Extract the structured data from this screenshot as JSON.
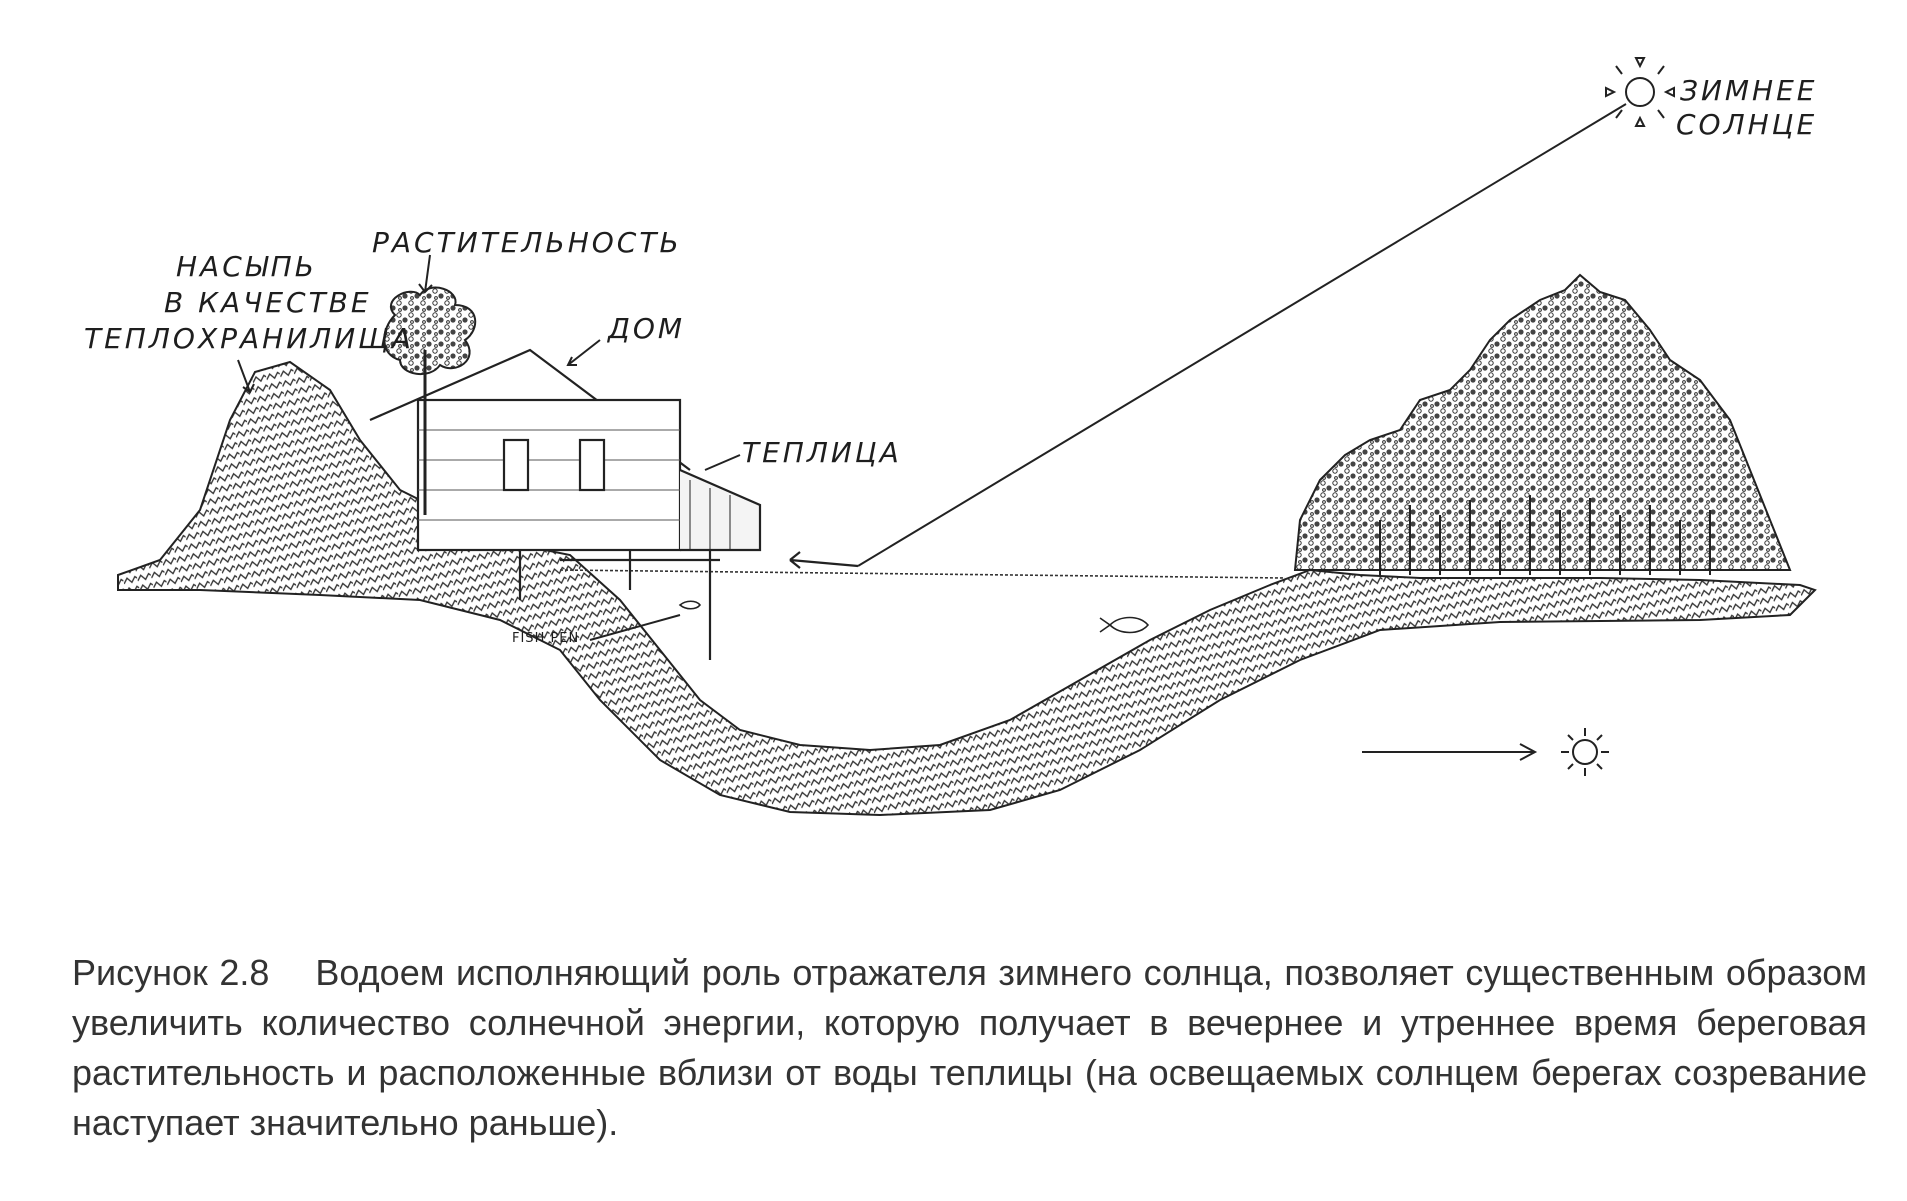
{
  "figure": {
    "labels": {
      "winter_sun_line1": "ЗИМНЕЕ",
      "winter_sun_line2": "СОЛНЦЕ",
      "vegetation": "РАСТИТЕЛЬНОСТЬ",
      "berm_line1": "НАСЫПЬ",
      "berm_line2": "В КАЧЕСТВЕ",
      "berm_line3": "ТЕПЛОХРАНИЛИЩА",
      "house": "ДОМ",
      "greenhouse": "ТЕПЛИЦА",
      "fish_pen": "FISH PEN"
    },
    "icons": [
      "winter-sun-icon",
      "rising-sun-icon",
      "house-icon",
      "tree-icon",
      "forest-icon",
      "fish-icon"
    ]
  },
  "caption": {
    "label": "Рисунок 2.8",
    "text": "Водоем исполняющий роль отражателя зимнего солнца, позволяет существенным образом увеличить количество солнечной энергии, которую получает в вечернее и утреннее время береговая растительность и расположенные вблизи от воды теплицы (на освещаемых солнцем берегах созревание наступает значительно раньше)."
  }
}
